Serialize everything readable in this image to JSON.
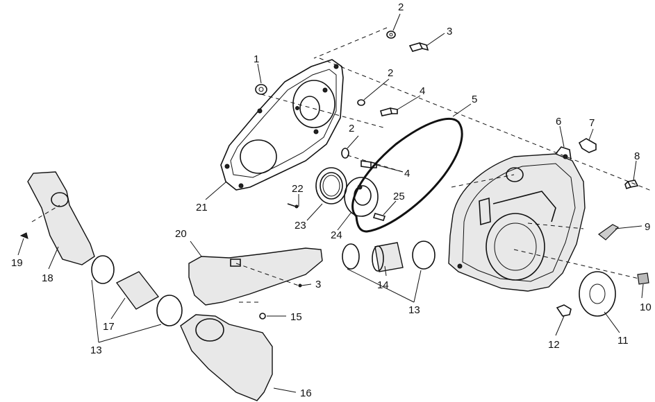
{
  "callouts": {
    "c1": "1",
    "c2a": "2",
    "c2b": "2",
    "c2c": "2",
    "c3a": "3",
    "c3b": "3",
    "c4a": "4",
    "c4b": "4",
    "c5": "5",
    "c6": "6",
    "c7": "7",
    "c8": "8",
    "c9": "9",
    "c10": "10",
    "c11": "11",
    "c12": "12",
    "c13a": "13",
    "c13b": "13",
    "c14": "14",
    "c15": "15",
    "c16": "16",
    "c17": "17",
    "c18": "18",
    "c19": "19",
    "c20": "20",
    "c21": "21",
    "c22": "22",
    "c23": "23",
    "c24": "24",
    "c25": "25"
  }
}
